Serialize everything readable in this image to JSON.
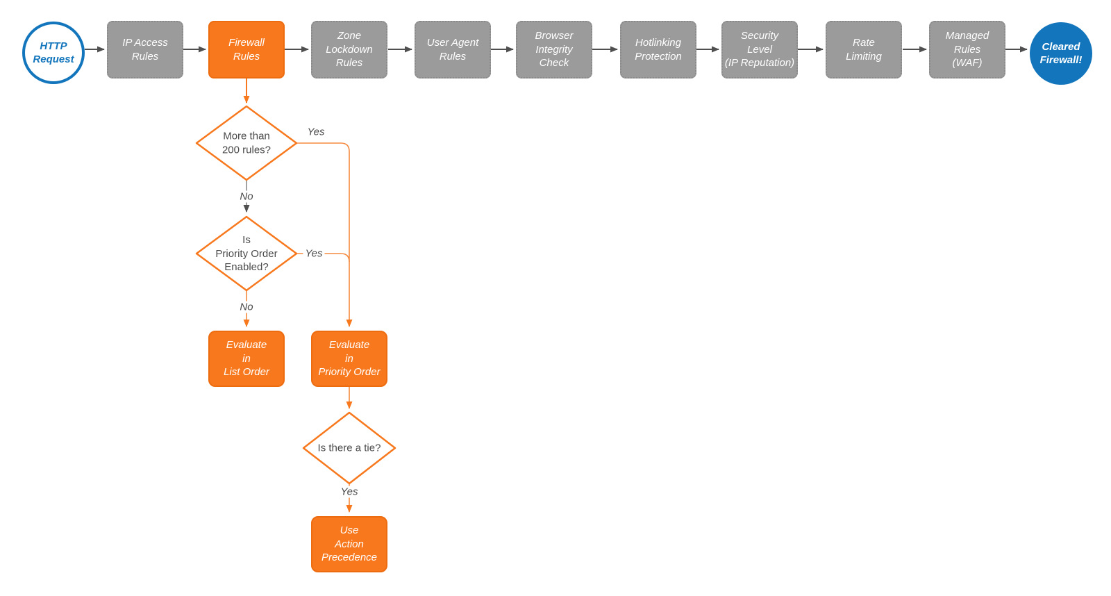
{
  "colors": {
    "accent_orange": "#f7781d",
    "node_gray": "#9b9b9b",
    "accent_blue": "#1375bc",
    "connector_gray": "#4f4f4f",
    "label_text": "#4a4a4a"
  },
  "pipeline": {
    "start": {
      "label": "HTTP\nRequest"
    },
    "stages": [
      {
        "label": "IP Access\nRules"
      },
      {
        "label": "Firewall\nRules"
      },
      {
        "label": "Zone\nLockdown\nRules"
      },
      {
        "label": "User Agent\nRules"
      },
      {
        "label": "Browser\nIntegrity\nCheck"
      },
      {
        "label": "Hotlinking\nProtection"
      },
      {
        "label": "Security\nLevel\n(IP Reputation)"
      },
      {
        "label": "Rate\nLimiting"
      },
      {
        "label": "Managed\nRules\n(WAF)"
      }
    ],
    "end": {
      "label": "Cleared\nFirewall!"
    }
  },
  "tree": {
    "d1": {
      "label": "More than\n200 rules?",
      "yes": "Yes",
      "no": "No"
    },
    "d2": {
      "label": "Is\nPriority Order\nEnabled?",
      "yes": "Yes",
      "no": "No"
    },
    "d3": {
      "label": "Is there a tie?",
      "yes": "Yes"
    },
    "a_list": {
      "label": "Evaluate\nin\nList Order"
    },
    "a_priority": {
      "label": "Evaluate\nin\nPriority Order"
    },
    "a_precedence": {
      "label": "Use\nAction\nPrecedence"
    }
  }
}
